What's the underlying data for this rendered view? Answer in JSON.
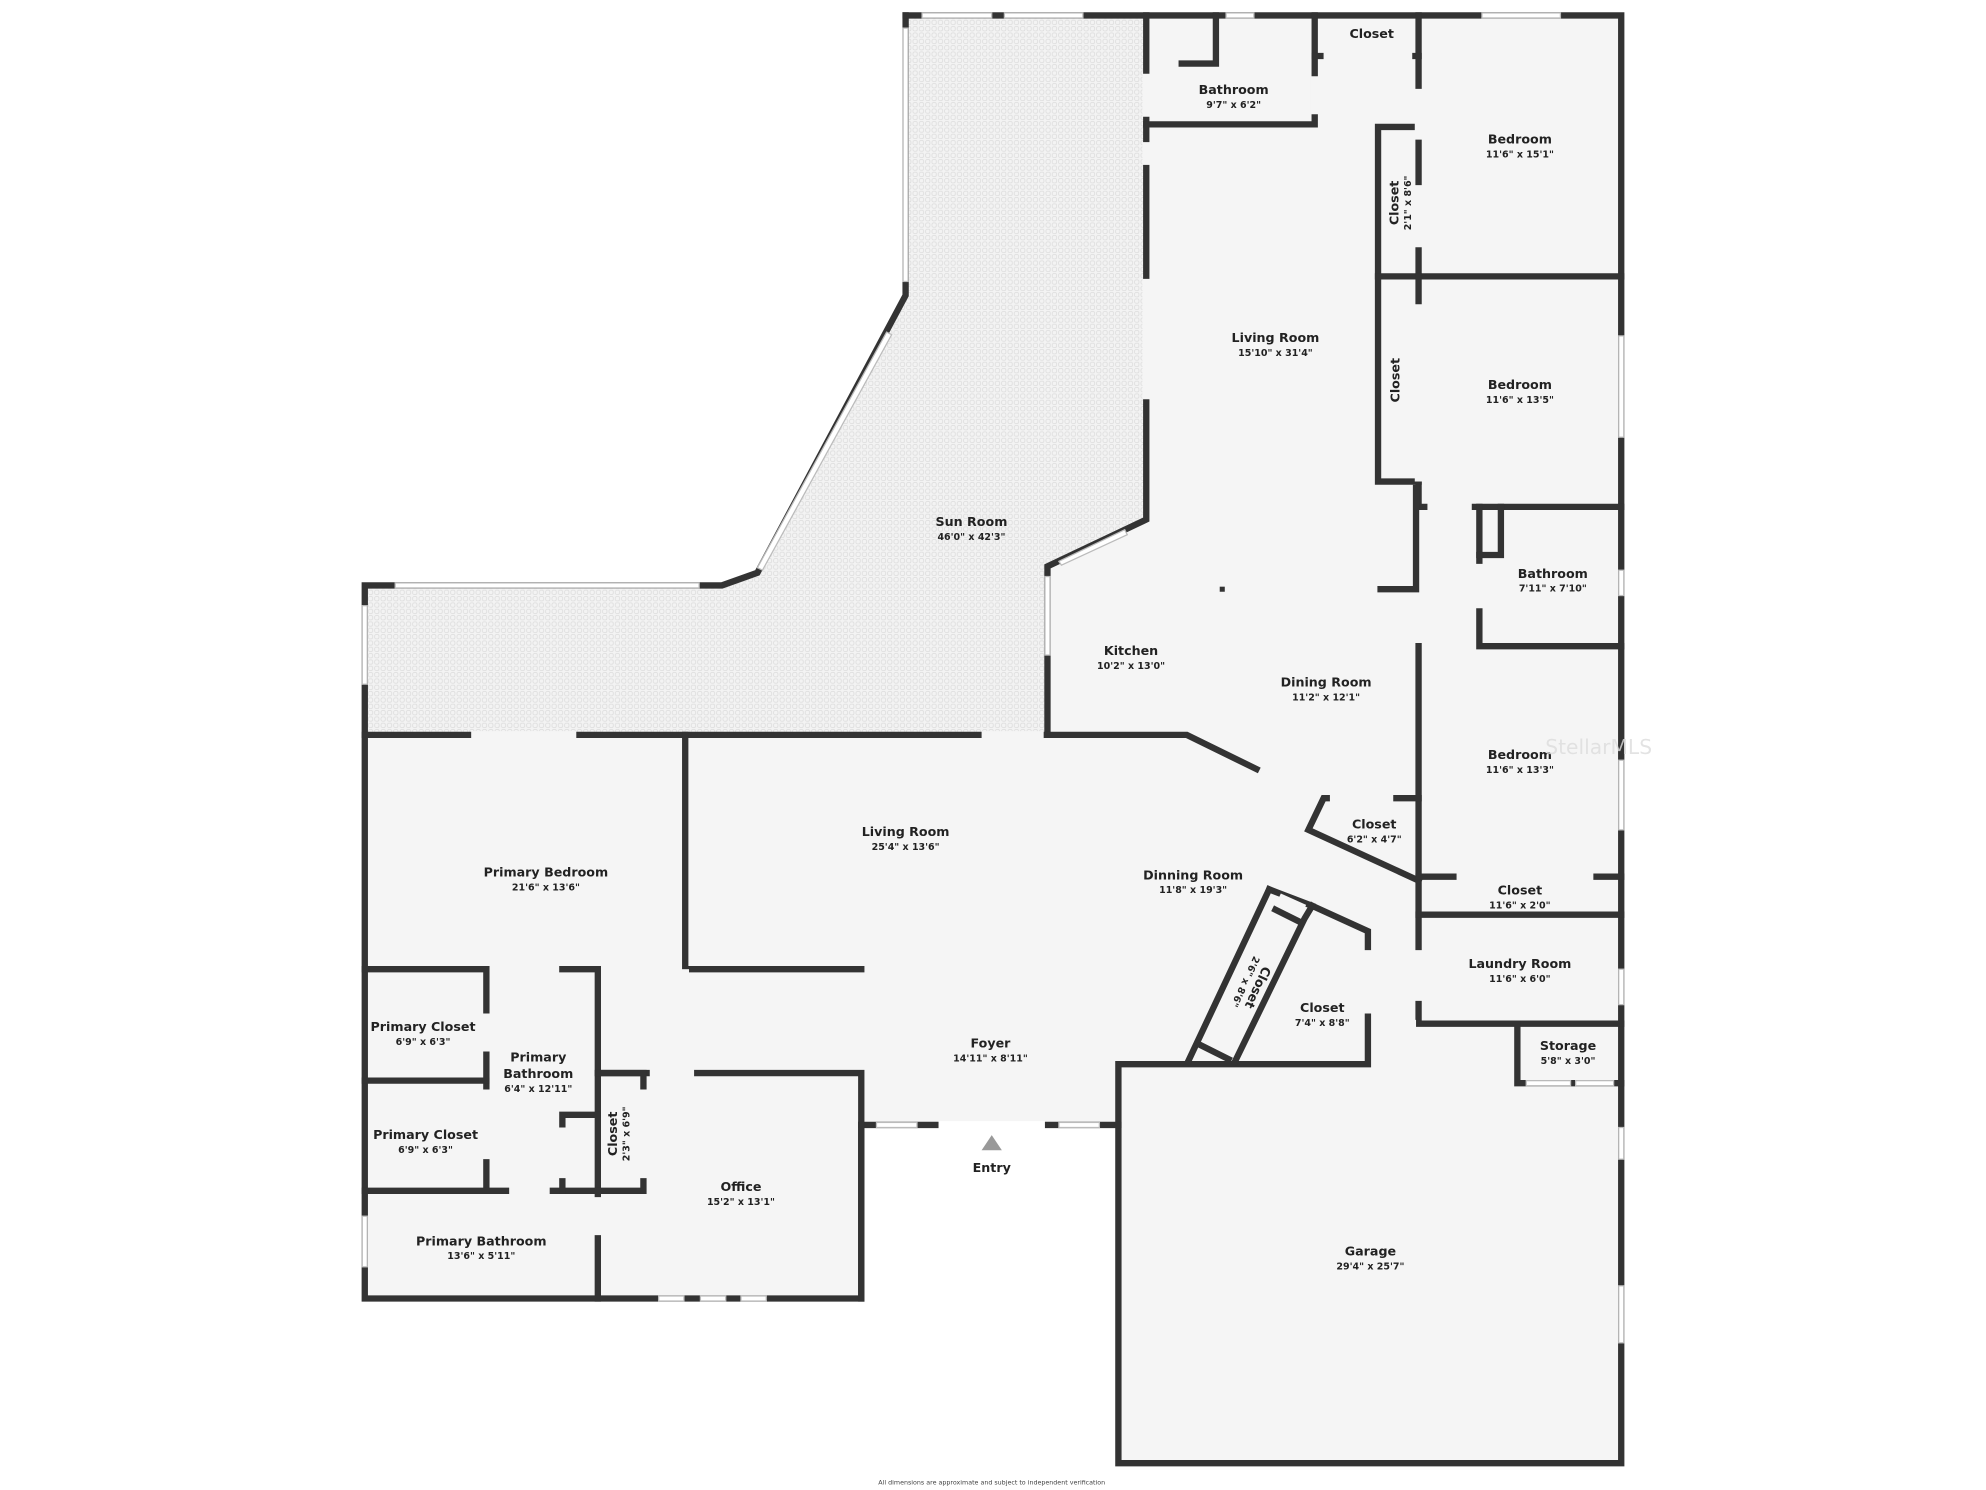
{
  "rooms": [
    {
      "name": "Bathroom",
      "dims": "9'7\" x 6'2\""
    },
    {
      "name": "Closet",
      "dims": ""
    },
    {
      "name": "Bedroom",
      "dims": "11'6\" x 15'1\""
    },
    {
      "name": "Closet",
      "dims": "2'1\" x 8'6\""
    },
    {
      "name": "Living Room",
      "dims": "15'10\" x 31'4\""
    },
    {
      "name": "Closet",
      "dims": ""
    },
    {
      "name": "Bedroom",
      "dims": "11'6\" x 13'5\""
    },
    {
      "name": "Sun Room",
      "dims": "46'0\" x 42'3\""
    },
    {
      "name": "Bathroom",
      "dims": "7'11\" x 7'10\""
    },
    {
      "name": "Kitchen",
      "dims": "10'2\" x 13'0\""
    },
    {
      "name": "Dining Room",
      "dims": "11'2\" x 12'1\""
    },
    {
      "name": "Bedroom",
      "dims": "11'6\" x 13'3\""
    },
    {
      "name": "Closet",
      "dims": "6'2\" x 4'7\""
    },
    {
      "name": "Living Room",
      "dims": "25'4\" x 13'6\""
    },
    {
      "name": "Primary Bedroom",
      "dims": "21'6\" x 13'6\""
    },
    {
      "name": "Dinning Room",
      "dims": "11'8\" x 19'3\""
    },
    {
      "name": "Closet",
      "dims": "11'6\" x 2'0\""
    },
    {
      "name": "Laundry Room",
      "dims": "11'6\" x 6'0\""
    },
    {
      "name": "Closet",
      "dims": "2'6\" x 8'6\""
    },
    {
      "name": "Closet",
      "dims": "7'4\" x 8'8\""
    },
    {
      "name": "Storage",
      "dims": "5'8\" x 3'0\""
    },
    {
      "name": "Primary Closet",
      "dims": "6'9\" x 6'3\""
    },
    {
      "name": "Primary Bathroom",
      "dims": "6'4\" x 12'11\""
    },
    {
      "name": "Foyer",
      "dims": "14'11\" x 8'11\""
    },
    {
      "name": "Primary Closet",
      "dims": "6'9\" x 6'3\""
    },
    {
      "name": "Closet",
      "dims": "2'3\" x 6'9\""
    },
    {
      "name": "Office",
      "dims": "15'2\" x 13'1\""
    },
    {
      "name": "Primary Bathroom",
      "dims": "13'6\" x 5'11\""
    },
    {
      "name": "Garage",
      "dims": "29'4\" x 25'7\""
    }
  ],
  "primary_bathroom_line1": "Primary",
  "primary_bathroom_line2": "Bathroom",
  "entry_label": "Entry",
  "watermark": "StellarMLS",
  "footer_note": "All dimensions are approximate and subject to independent verification",
  "colors": {
    "wall": "#333333",
    "floor": "#f5f5f5",
    "sunroom_tile": "#e6e6e6"
  }
}
